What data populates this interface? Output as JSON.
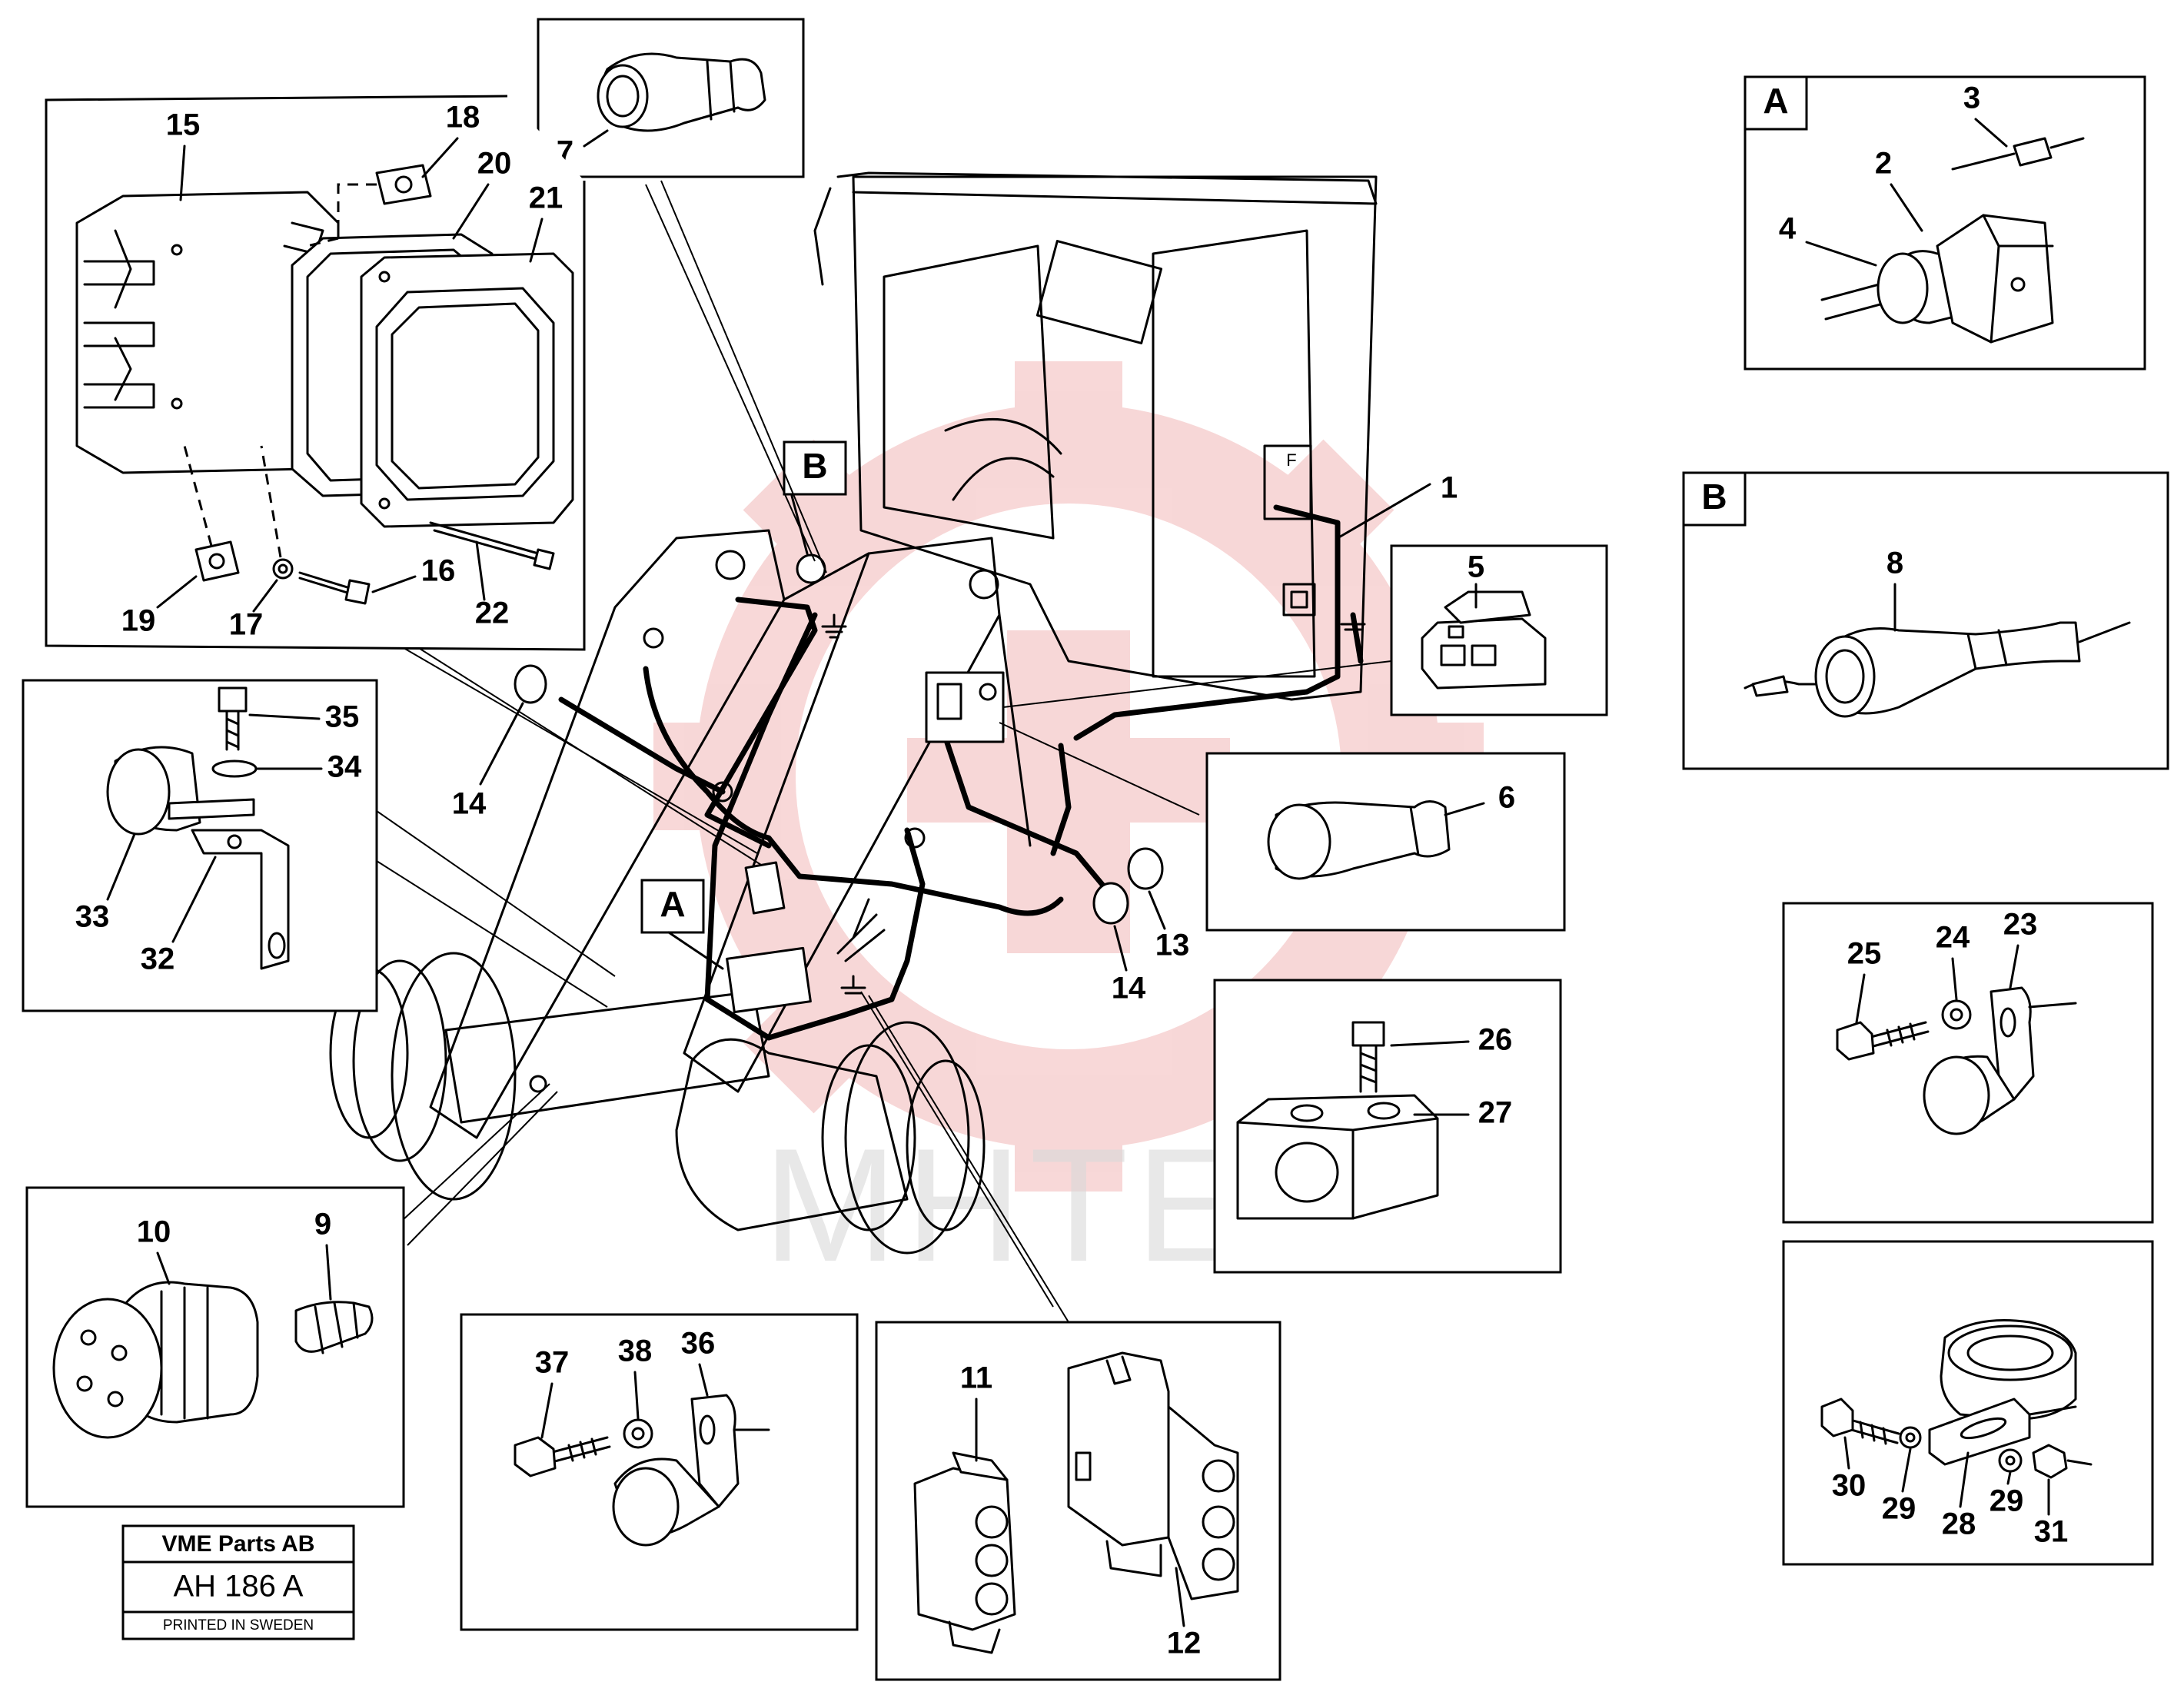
{
  "colors": {
    "line": "#000000",
    "paper": "#ffffff",
    "watermark": "#f2b8b8"
  },
  "callouts": {
    "n1": "1",
    "n2": "2",
    "n3": "3",
    "n4": "4",
    "n5": "5",
    "n6": "6",
    "n7": "7",
    "n8": "8",
    "n9": "9",
    "n10": "10",
    "n11": "11",
    "n12": "12",
    "n13": "13",
    "n14a": "14",
    "n14b": "14",
    "n15": "15",
    "n16": "16",
    "n17": "17",
    "n18": "18",
    "n19": "19",
    "n20": "20",
    "n21": "21",
    "n22": "22",
    "n23": "23",
    "n24": "24",
    "n25": "25",
    "n26": "26",
    "n27": "27",
    "n28": "28",
    "n29a": "29",
    "n29b": "29",
    "n30": "30",
    "n31": "31",
    "n32": "32",
    "n33": "33",
    "n34": "34",
    "n35": "35",
    "n36": "36",
    "n37": "37",
    "n38": "38"
  },
  "detail_refs": {
    "a_box": "A",
    "b_box": "B",
    "a_machine": "A",
    "b_machine": "B"
  },
  "machine_marks": {
    "fuse_letter": "F"
  },
  "stamp": {
    "company": "VME Parts AB",
    "code": "AH 186 A",
    "printed": "PRINTED IN SWEDEN"
  },
  "watermark": {
    "text": "MHTEX"
  }
}
